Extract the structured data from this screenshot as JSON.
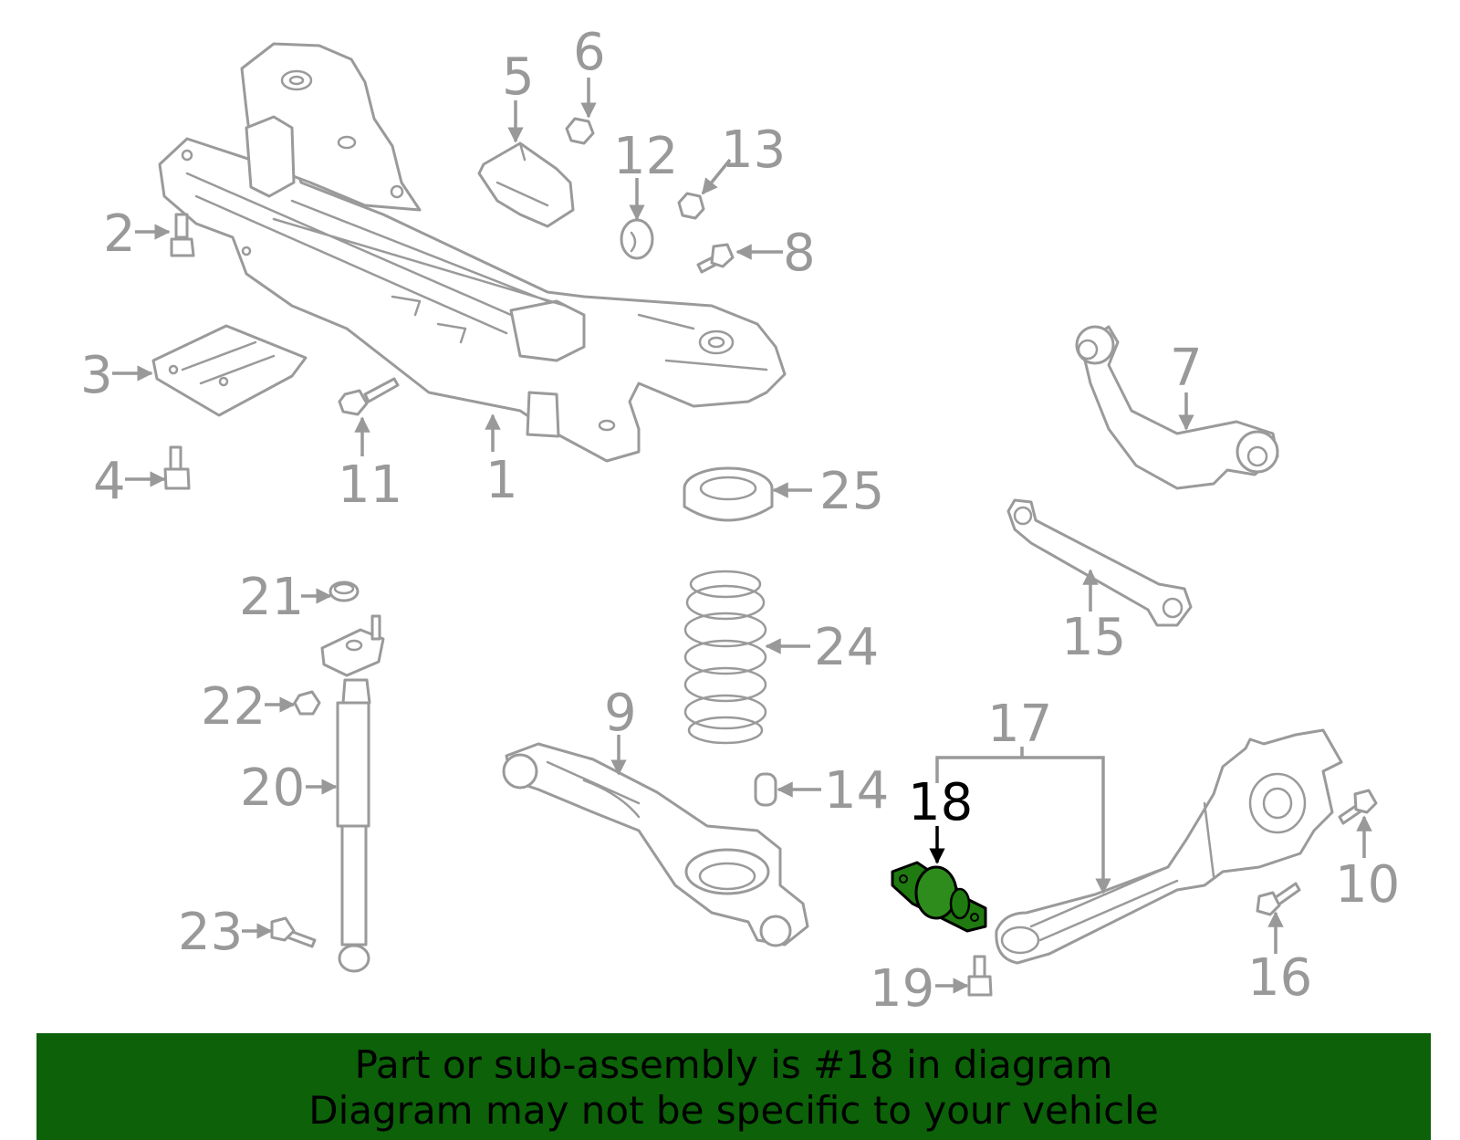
{
  "diagram": {
    "callouts": [
      "1",
      "2",
      "3",
      "4",
      "5",
      "6",
      "7",
      "8",
      "9",
      "10",
      "11",
      "12",
      "13",
      "14",
      "15",
      "16",
      "17",
      "18",
      "19",
      "20",
      "21",
      "22",
      "23",
      "24",
      "25"
    ],
    "highlighted_part": "18",
    "colors": {
      "part_lines": "#9a9a9a",
      "labels": "#999999",
      "highlight_fill": "#1f7a10",
      "highlight_label": "#000000"
    }
  },
  "banner": {
    "line1": "Part or sub-assembly is #18 in diagram",
    "line2": "Diagram may not be specific to your vehicle",
    "background": "#0c6109"
  }
}
